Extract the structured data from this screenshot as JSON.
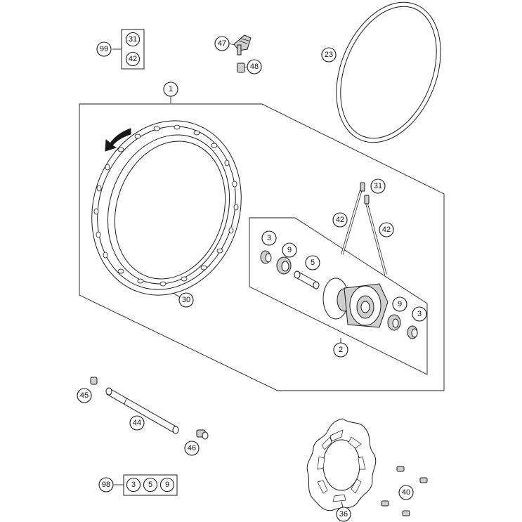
{
  "callouts": {
    "c1": "1",
    "c2": "2",
    "c3a": "3",
    "c3b": "3",
    "c5": "5",
    "c9a": "9",
    "c9b": "9",
    "c23": "23",
    "c30": "30",
    "c31": "31",
    "c36": "36",
    "c40": "40",
    "c42a": "42",
    "c42b": "42",
    "c44": "44",
    "c45": "45",
    "c46": "46",
    "c47": "47",
    "c48": "48"
  },
  "kits": {
    "k99": {
      "id": "99",
      "items": [
        "31",
        "42"
      ]
    },
    "k98": {
      "id": "98",
      "items": [
        "3",
        "5",
        "9"
      ]
    }
  },
  "colors": {
    "line": "#1a1a1a",
    "background": "#ffffff",
    "shade": "#cfcfcf"
  }
}
